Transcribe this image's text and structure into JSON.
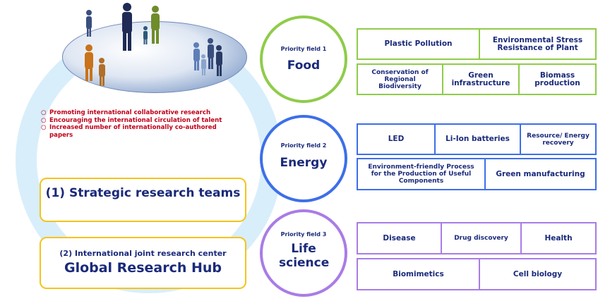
{
  "left_panel": {
    "bullets": [
      "Promoting international collaborative research",
      "Encouraging the international circulation of talent",
      "Increased number of internationally co-authored papers"
    ],
    "bullet_mark": "○",
    "teams_box": "(1) Strategic research teams",
    "hub_box": {
      "line1": "(2) International joint research center",
      "line2": "Global Research Hub"
    }
  },
  "fields": [
    {
      "label": "Priority field 1",
      "name": "Food",
      "color": "#8fcc4a",
      "topics_row1": [
        "Plastic Pollution",
        "Environmental Stress Resistance of Plant"
      ],
      "topics_row2": [
        "Conservation of Regional Biodiversity",
        "Green infrastructure",
        "Biomass production"
      ]
    },
    {
      "label": "Priority field 2",
      "name": "Energy",
      "color": "#3d6fe8",
      "topics_row1": [
        "LED",
        "Li-Ion batteries",
        "Resource/ Energy recovery"
      ],
      "topics_row2": [
        "Environment-friendly Process for the Production of Useful Components",
        "Green manufacturing"
      ]
    },
    {
      "label": "Priority field 3",
      "name": "Life science",
      "color": "#a97ce6",
      "topics_row1": [
        "Disease",
        "Drug discovery",
        "Health"
      ],
      "topics_row2": [
        "Biomimetics",
        "Cell biology"
      ]
    }
  ]
}
